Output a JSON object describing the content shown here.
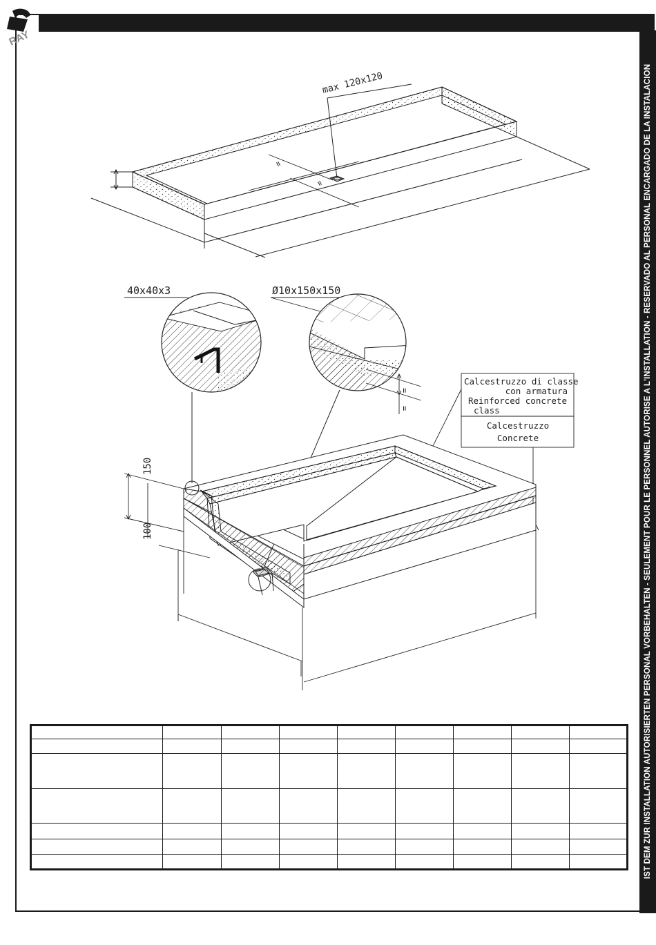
{
  "sidebar": {
    "text": "IST DEM ZUR INSTALLATION AUTORISIERTEN PERSONAL VORBEHALTEN - SEULEMENT POUR LE PERSONNEL AUTORISE A L'INSTALLATION - RESERVADO AL PERSONAL ENCARGADO DE LA INSTALACION"
  },
  "logo": {
    "text": "RAY"
  },
  "drawing": {
    "labels": {
      "max_opening": "max 120x120",
      "angle_profile": "40x40x3",
      "rebar_mesh": "Ø10x150x150",
      "dim_150": "150",
      "dim_100": "100",
      "eq": "="
    },
    "legend": {
      "reinforced_line1": "Calcestruzzo di classe",
      "reinforced_line2": "con armatura",
      "reinforced_line3": "Reinforced concrete",
      "reinforced_line4": "class",
      "concrete_line1": "Calcestruzzo",
      "concrete_line2": "Concrete"
    }
  },
  "table": {
    "rows": 7,
    "columns": 9,
    "cells": []
  }
}
